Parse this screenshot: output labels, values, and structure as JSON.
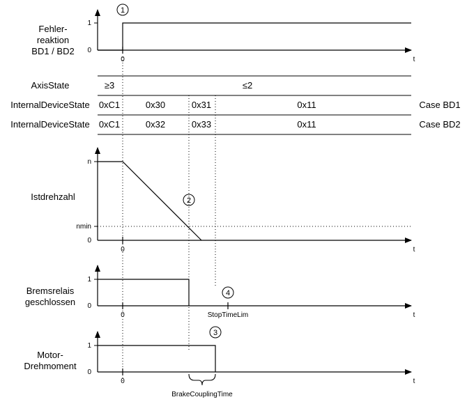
{
  "rows": {
    "fehler_label": [
      "Fehler-",
      "reaktion",
      "BD1 / BD2"
    ],
    "axisstate_label": "AxisState",
    "axisstate_values": [
      "≥3",
      "≤2"
    ],
    "ids_label": "InternalDeviceState",
    "bd1_values": [
      "0xC1",
      "0x30",
      "0x31",
      "0x11"
    ],
    "bd1_case": "Case BD1",
    "bd2_values": [
      "0xC1",
      "0x32",
      "0x33",
      "0x11"
    ],
    "bd2_case": "Case BD2",
    "istdrehzahl_label": "Istdrehzahl",
    "brems_label": [
      "Bremsrelais",
      "geschlossen"
    ],
    "motor_label": [
      "Motor-",
      "Drehmoment"
    ]
  },
  "axes": {
    "one": "1",
    "zero": "0",
    "t": "t",
    "n": "n",
    "nmin": "nmin"
  },
  "markers": [
    "1",
    "2",
    "3",
    "4"
  ],
  "annotations": {
    "stop_time": "StopTimeLim",
    "brake_coupling": "BrakeCouplingTime"
  }
}
